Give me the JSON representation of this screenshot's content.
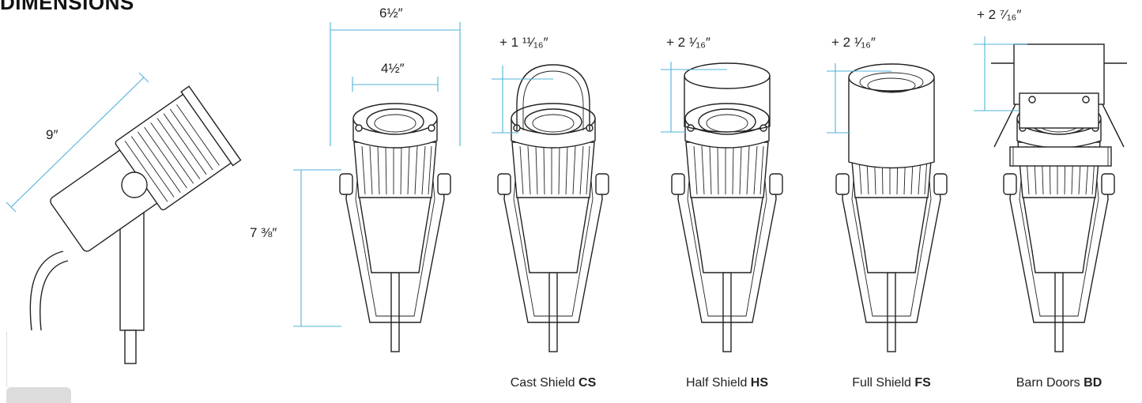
{
  "title": "DIMENSIONS",
  "dimensions": {
    "diagonal_length": "9″",
    "outer_width": "6½″",
    "lens_width": "4½″",
    "height": "7 ⅜″"
  },
  "accessories": [
    {
      "extra_height": "+ 1 ¹¹⁄₁₆″",
      "name": "Cast Shield",
      "code": "CS"
    },
    {
      "extra_height": "+ 2 ¹⁄₁₆″",
      "name": "Half Shield",
      "code": "HS"
    },
    {
      "extra_height": "+ 2 ¹⁄₁₆″",
      "name": "Full Shield",
      "code": "FS"
    },
    {
      "extra_height": "+ 2 ⁷⁄₁₆″",
      "name": "Barn Doors",
      "code": "BD"
    }
  ],
  "colors": {
    "dimension_line": "#4fb3d9",
    "drawing_line": "#222222"
  }
}
